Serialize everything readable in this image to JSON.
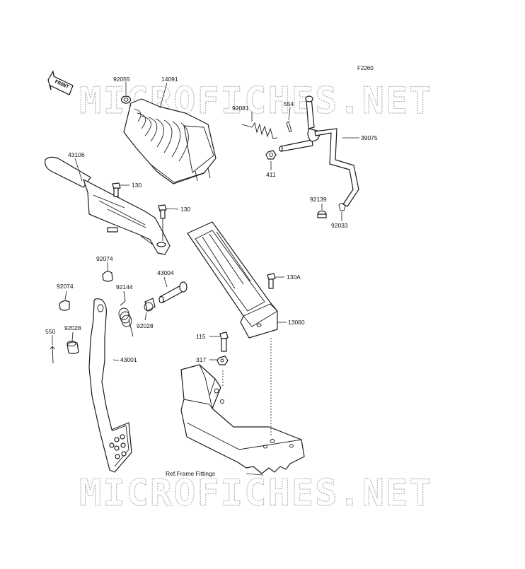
{
  "diagram": {
    "code": "F2260",
    "front_label": "FRONT",
    "watermark_text": "MICROFICHES.NET",
    "ref_label": "Ref.Frame Fittings",
    "callouts": {
      "p92055": "92055",
      "p14091": "14091",
      "p92081": "92081",
      "p554": "554",
      "p39075": "39075",
      "p411": "411",
      "p43106": "43106",
      "p130a": "130",
      "p130b": "130",
      "p92139": "92139",
      "p92033": "92033",
      "p92074a": "92074",
      "p43004": "43004",
      "p130A": "130A",
      "p92074b": "92074",
      "p92144": "92144",
      "p92028a": "92028",
      "p13060": "13060",
      "p550": "550",
      "p92028b": "92028",
      "p115": "115",
      "p317": "317",
      "p43001": "43001"
    }
  }
}
